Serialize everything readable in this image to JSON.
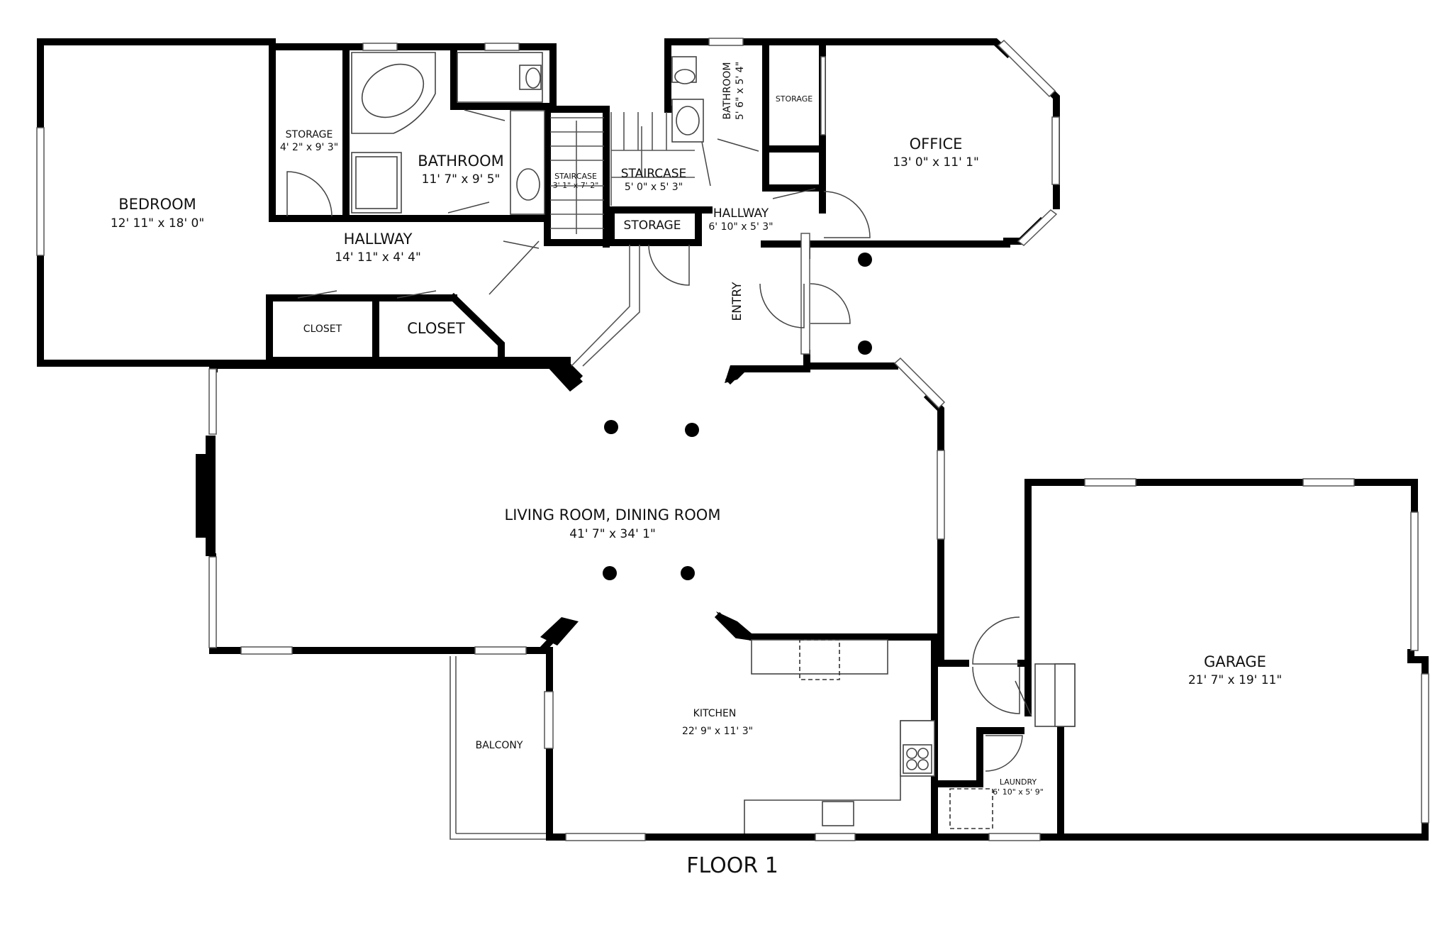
{
  "plan": {
    "floor_label": "FLOOR 1",
    "rooms": {
      "bedroom": {
        "name": "BEDROOM",
        "dim": "12' 11\" x 18' 0\""
      },
      "storage_1": {
        "name": "STORAGE",
        "dim": "4' 2\" x 9' 3\""
      },
      "bathroom_1": {
        "name": "BATHROOM",
        "dim": "11' 7\" x 9' 5\""
      },
      "hallway_1": {
        "name": "HALLWAY",
        "dim": "14' 11\" x 4' 4\""
      },
      "closet_1": {
        "name": "CLOSET"
      },
      "closet_2": {
        "name": "CLOSET"
      },
      "staircase_1": {
        "name": "STAIRCASE",
        "dim": "3' 1\" x 7' 2\""
      },
      "staircase_2": {
        "name": "STAIRCASE",
        "dim": "5' 0\" x 5' 3\""
      },
      "storage_2": {
        "name": "STORAGE"
      },
      "bathroom_2": {
        "name": "BATHROOM",
        "dim": "5' 6\" x 5' 4\""
      },
      "storage_3": {
        "name": "STORAGE"
      },
      "hallway_2": {
        "name": "HALLWAY",
        "dim": "6' 10\" x 5' 3\""
      },
      "office": {
        "name": "OFFICE",
        "dim": "13' 0\" x 11' 1\""
      },
      "entry": {
        "name": "ENTRY"
      },
      "living": {
        "name": "LIVING ROOM, DINING ROOM",
        "dim": "41' 7\" x 34' 1\""
      },
      "kitchen": {
        "name": "KITCHEN",
        "dim": "22' 9\" x 11' 3\""
      },
      "balcony": {
        "name": "BALCONY"
      },
      "laundry": {
        "name": "LAUNDRY",
        "dim": "6' 10\" x 5' 9\""
      },
      "garage": {
        "name": "GARAGE",
        "dim": "21' 7\" x 19' 11\""
      }
    }
  }
}
